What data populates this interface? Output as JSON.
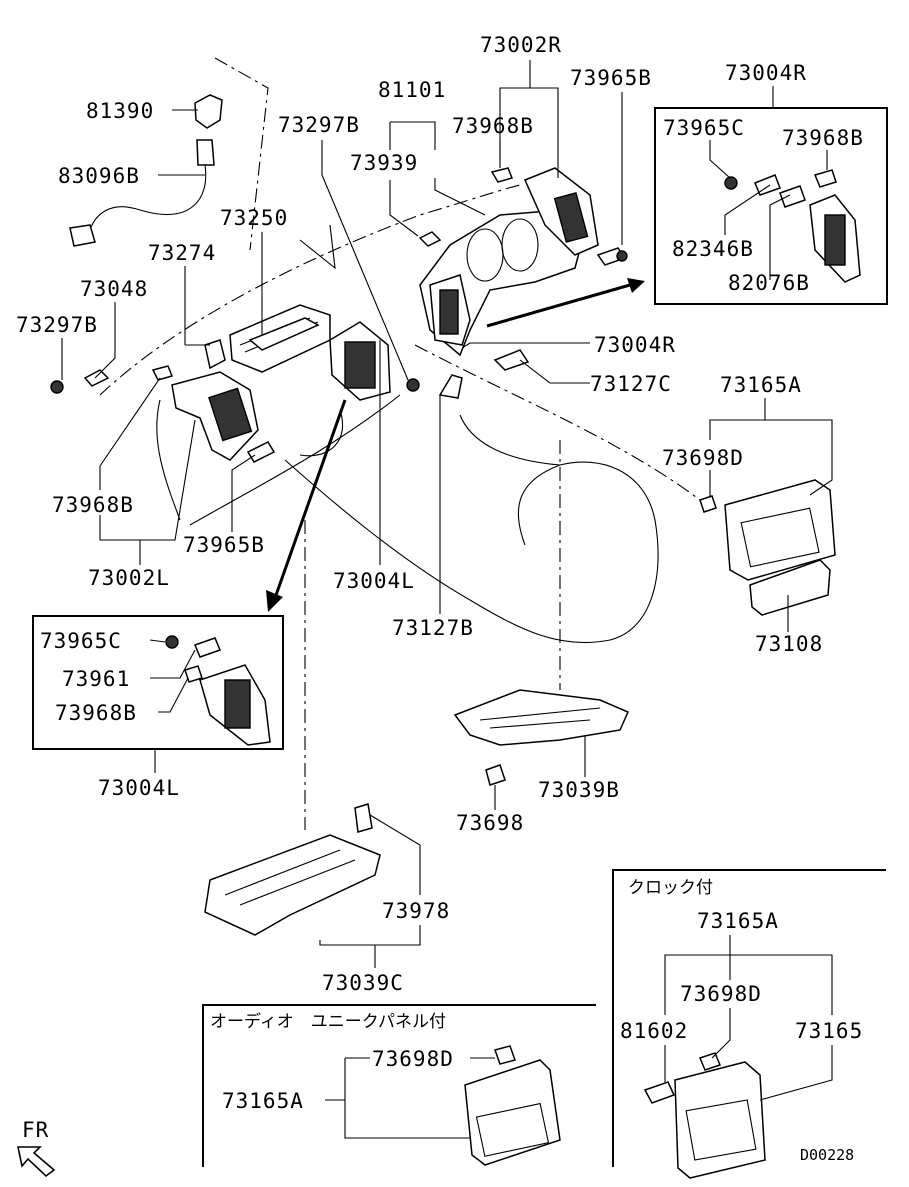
{
  "labels": {
    "p81390": "81390",
    "p83096B": "83096B",
    "p73250": "73250",
    "p73274": "73274",
    "p73048": "73048",
    "p73297B_left": "73297B",
    "p73968B_left": "73968B",
    "p73002L": "73002L",
    "p73965B_left": "73965B",
    "p81101": "81101",
    "p73297B_mid": "73297B",
    "p73939": "73939",
    "p73002R": "73002R",
    "p73968B_top": "73968B",
    "p73965B_top": "73965B",
    "p73004R_box": "73004R",
    "p73965C_r": "73965C",
    "p73968B_r": "73968B",
    "p82346B": "82346B",
    "p82076B": "82076B",
    "p73004R_mid": "73004R",
    "p73127C": "73127C",
    "p73165A_top": "73165A",
    "p73698D_top": "73698D",
    "p73108": "73108",
    "p73004L_mid": "73004L",
    "p73127B": "73127B",
    "p73965C_l": "73965C",
    "p73961": "73961",
    "p73968B_l": "73968B",
    "p73004L_box": "73004L",
    "p73039B": "73039B",
    "p73698": "73698",
    "p73978": "73978",
    "p73039C": "73039C",
    "p73165A_clock": "73165A",
    "p73698D_clock": "73698D",
    "p81602": "81602",
    "p73165": "73165",
    "p73698D_audio": "73698D",
    "p73165A_audio": "73165A"
  },
  "captions": {
    "clock": "クロック付",
    "audio": "オーディオ　ユニークパネル付"
  },
  "direction": "FR",
  "diagram_code": "D00228"
}
